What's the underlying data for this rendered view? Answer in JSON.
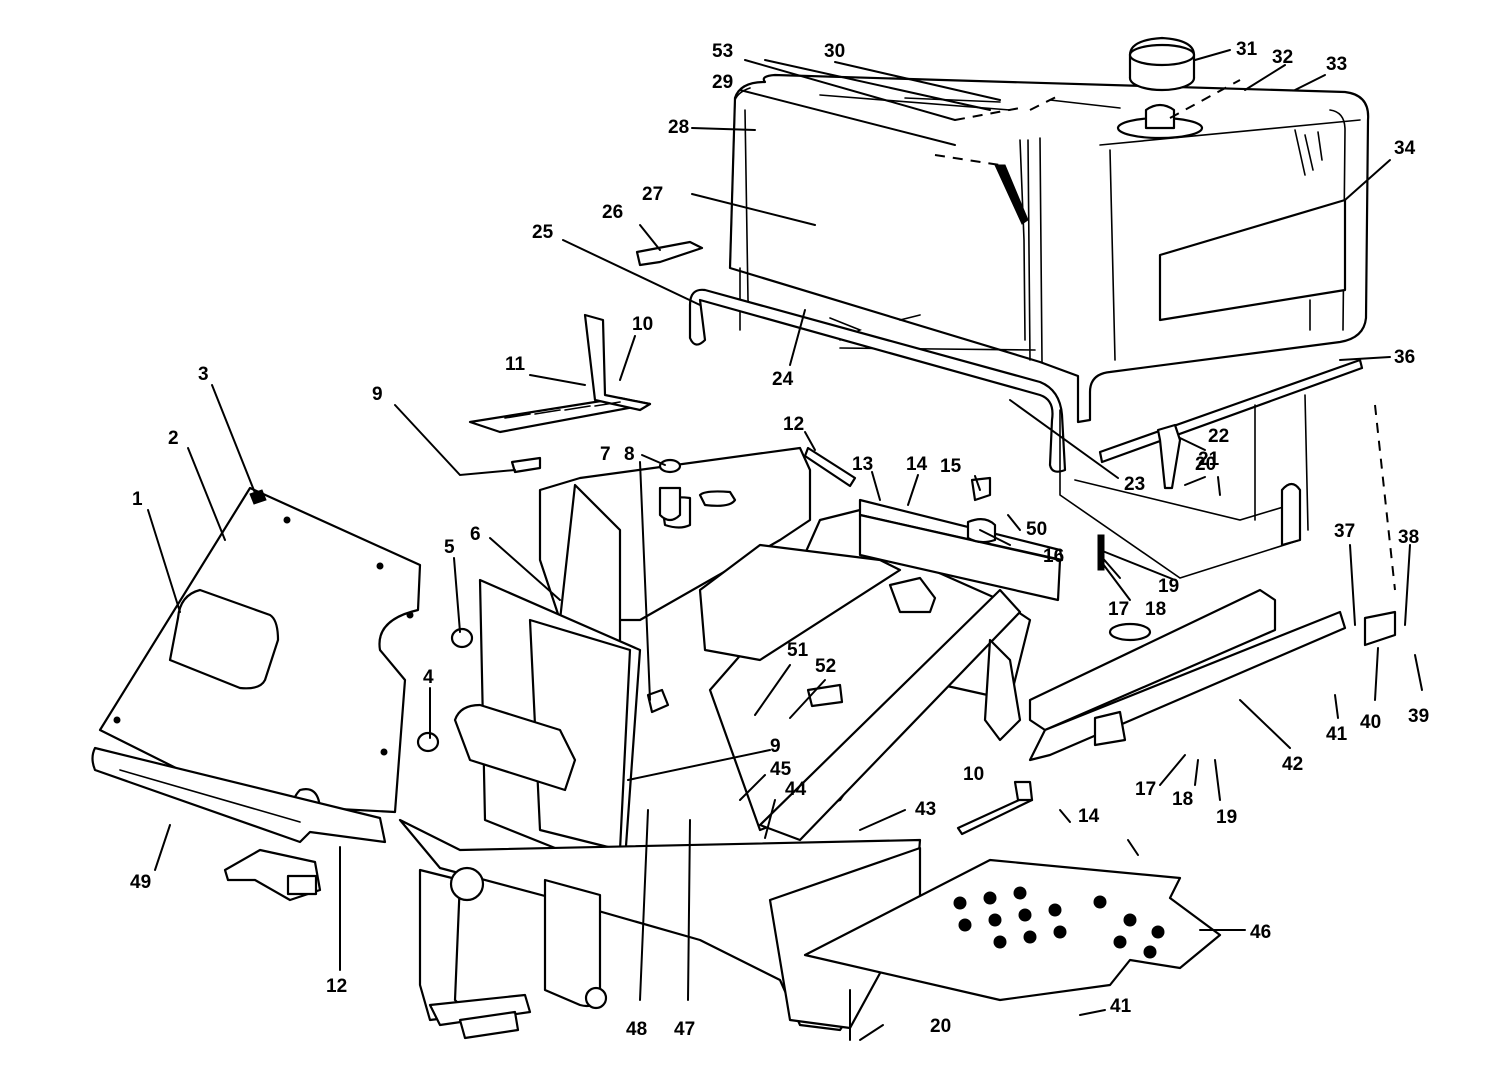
{
  "diagram": {
    "callouts": [
      {
        "id": "c1",
        "text": "1"
      },
      {
        "id": "c2",
        "text": "2"
      },
      {
        "id": "c3",
        "text": "3"
      },
      {
        "id": "c4",
        "text": "4"
      },
      {
        "id": "c5",
        "text": "5"
      },
      {
        "id": "c6",
        "text": "6"
      },
      {
        "id": "c7",
        "text": "7"
      },
      {
        "id": "c8",
        "text": "8"
      },
      {
        "id": "c9a",
        "text": "9"
      },
      {
        "id": "c9b",
        "text": "9"
      },
      {
        "id": "c10a",
        "text": "10"
      },
      {
        "id": "c10b",
        "text": "10"
      },
      {
        "id": "c11",
        "text": "11"
      },
      {
        "id": "c12a",
        "text": "12"
      },
      {
        "id": "c12b",
        "text": "12"
      },
      {
        "id": "c13",
        "text": "13"
      },
      {
        "id": "c14a",
        "text": "14"
      },
      {
        "id": "c14b",
        "text": "14"
      },
      {
        "id": "c15",
        "text": "15"
      },
      {
        "id": "c16",
        "text": "16"
      },
      {
        "id": "c17a",
        "text": "17"
      },
      {
        "id": "c17b",
        "text": "17"
      },
      {
        "id": "c18a",
        "text": "18"
      },
      {
        "id": "c18b",
        "text": "18"
      },
      {
        "id": "c19a",
        "text": "19"
      },
      {
        "id": "c19b",
        "text": "19"
      },
      {
        "id": "c20a",
        "text": "20"
      },
      {
        "id": "c20b",
        "text": "20"
      },
      {
        "id": "c21",
        "text": "21"
      },
      {
        "id": "c22",
        "text": "22"
      },
      {
        "id": "c23",
        "text": "23"
      },
      {
        "id": "c24",
        "text": "24"
      },
      {
        "id": "c25",
        "text": "25"
      },
      {
        "id": "c26",
        "text": "26"
      },
      {
        "id": "c27",
        "text": "27"
      },
      {
        "id": "c28",
        "text": "28"
      },
      {
        "id": "c29",
        "text": "29"
      },
      {
        "id": "c30",
        "text": "30"
      },
      {
        "id": "c31",
        "text": "31"
      },
      {
        "id": "c32",
        "text": "32"
      },
      {
        "id": "c33",
        "text": "33"
      },
      {
        "id": "c34",
        "text": "34"
      },
      {
        "id": "c36",
        "text": "36"
      },
      {
        "id": "c37",
        "text": "37"
      },
      {
        "id": "c38",
        "text": "38"
      },
      {
        "id": "c39",
        "text": "39"
      },
      {
        "id": "c40",
        "text": "40"
      },
      {
        "id": "c41a",
        "text": "41"
      },
      {
        "id": "c41b",
        "text": "41"
      },
      {
        "id": "c42",
        "text": "42"
      },
      {
        "id": "c43",
        "text": "43"
      },
      {
        "id": "c44",
        "text": "44"
      },
      {
        "id": "c45",
        "text": "45"
      },
      {
        "id": "c46",
        "text": "46"
      },
      {
        "id": "c47",
        "text": "47"
      },
      {
        "id": "c48",
        "text": "48"
      },
      {
        "id": "c49",
        "text": "49"
      },
      {
        "id": "c50",
        "text": "50"
      },
      {
        "id": "c51",
        "text": "51"
      },
      {
        "id": "c52",
        "text": "52"
      },
      {
        "id": "c53",
        "text": "53"
      }
    ]
  }
}
